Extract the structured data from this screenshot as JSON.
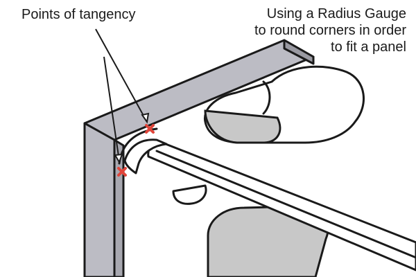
{
  "labels": {
    "points_of_tangency": "Points of tangency",
    "caption_lines": [
      "Using a Radius Gauge",
      "to round corners in order",
      "to fit a panel"
    ]
  },
  "colors": {
    "frame_face": "#bcbcc4",
    "frame_side": "#9a9aa2",
    "hand": "#ffffff",
    "shadow": "#c8c8c8",
    "gauge": "#ffffff",
    "tangent_marker": "#e0453a",
    "outline": "#1a1a1a"
  },
  "icons": {
    "tangent_marker": "cross-icon",
    "pointer": "arrow-icon"
  }
}
